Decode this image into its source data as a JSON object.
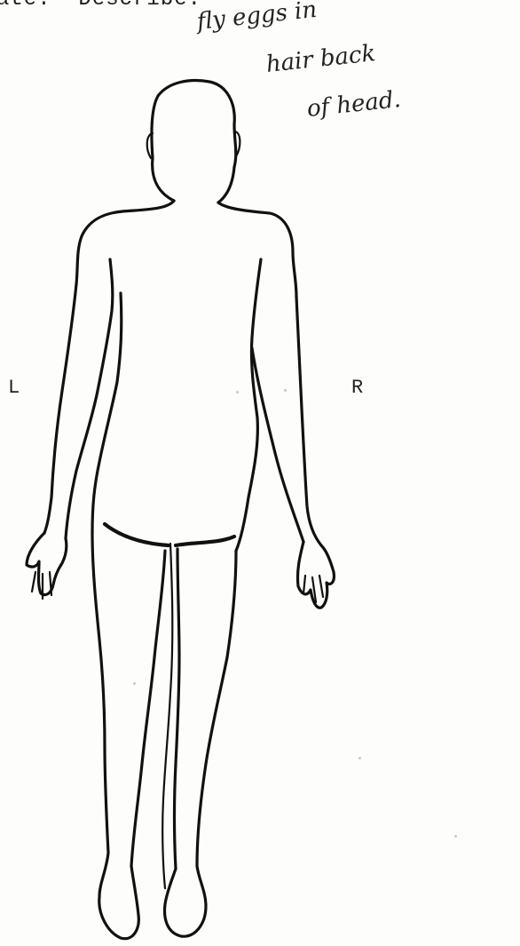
{
  "header": {
    "label": "ate.  Describe:"
  },
  "annotation": {
    "lines": [
      "fly eggs in",
      "hair back",
      "of head."
    ]
  },
  "diagram": {
    "left_label": "L",
    "right_label": "R"
  }
}
